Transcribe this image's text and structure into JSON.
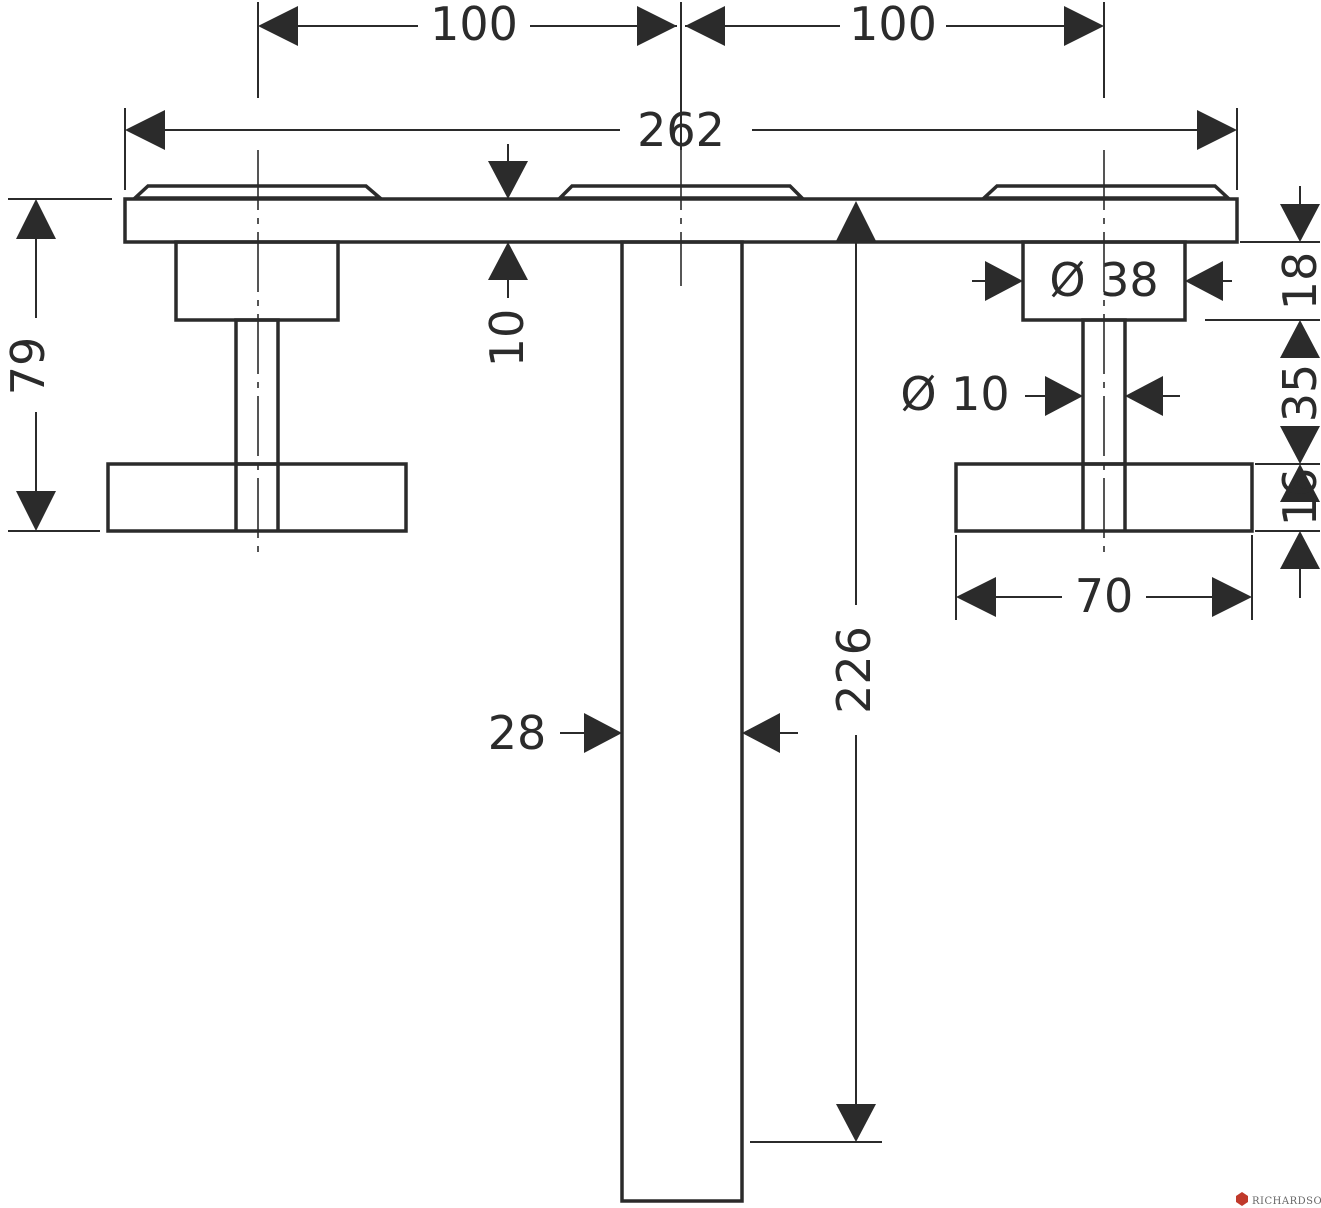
{
  "dimensions": {
    "spacing_left": "100",
    "spacing_right": "100",
    "overall_width": "262",
    "plate_thickness": "10",
    "overall_height": "79",
    "spout_width": "28",
    "spout_length": "226",
    "escutcheon_diameter": "Ø 38",
    "stem_diameter": "Ø 10",
    "escutcheon_height": "18",
    "stem_height": "35",
    "handle_height": "16",
    "handle_width": "70"
  },
  "watermark": "RICHARDSON",
  "colors": {
    "line": "#2b2b2b",
    "background": "#ffffff"
  }
}
